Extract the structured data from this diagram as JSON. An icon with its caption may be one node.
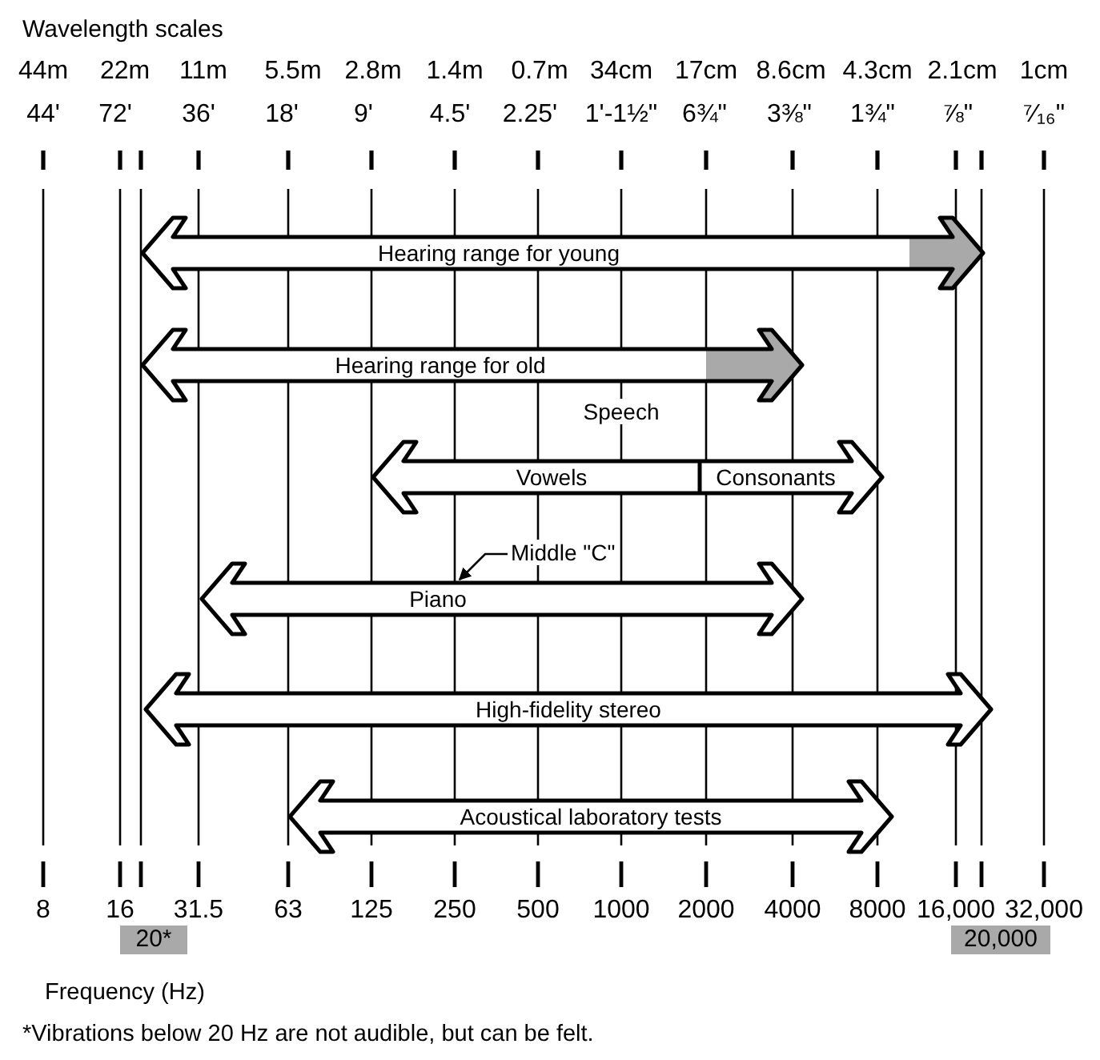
{
  "diagram": {
    "nodes": [
      {
        "text": [
          "Hearing range for young"
        ]
      },
      {
        "text": [
          "Hearing range for old"
        ]
      },
      {
        "text": [
          "Speech",
          "Vowels",
          "Consonants"
        ]
      },
      {
        "text": [
          "Middle \"C\""
        ]
      },
      {
        "text": [
          "Piano"
        ]
      },
      {
        "text": [
          "High-fidelity stereo"
        ]
      },
      {
        "text": [
          "Acoustical laboratory tests"
        ]
      }
    ],
    "edges": [
      {
        "from": 3,
        "to": 4,
        "arrow": "to"
      }
    ],
    "labels": [
      "Wavelength scales",
      "44m",
      "22m",
      "11m",
      "5.5m",
      "2.8m",
      "1.4m",
      "0.7m",
      "34cm",
      "17cm",
      "8.6cm",
      "4.3cm",
      "2.1cm",
      "1cm",
      "44'",
      "72'",
      "36'",
      "18'",
      "9'",
      "4.5'",
      "2.25'",
      "1'-1½\"",
      "6¾\"",
      "3⅜\"",
      "1¾\"",
      "⅞\"",
      "⁷⁄₁₆\"",
      "8",
      "16",
      "31.5",
      "63",
      "125",
      "250",
      "500",
      "1000",
      "2000",
      "4000",
      "8000",
      "16,000",
      "32,000",
      "20*",
      "20,000",
      "Frequency (Hz)",
      "*Vibrations below 20 Hz are not audible, but can be felt."
    ]
  }
}
